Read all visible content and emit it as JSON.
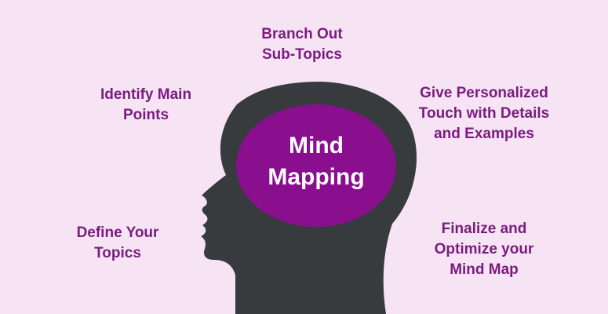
{
  "colors": {
    "background": "#f6e4f5",
    "head_silhouette": "#383b3d",
    "brain_circle": "#8a0f8f",
    "step_text": "#7a1b7e",
    "center_text": "#ffffff"
  },
  "center": {
    "line1": "Mind",
    "line2": "Mapping"
  },
  "steps": [
    {
      "line1": "Define Your",
      "line2": "Topics"
    },
    {
      "line1": "Identify Main",
      "line2": "Points"
    },
    {
      "line1": "Branch Out",
      "line2": "Sub-Topics"
    },
    {
      "line1": "Give Personalized",
      "line2": "Touch with Details",
      "line3": "and Examples"
    },
    {
      "line1": "Finalize and",
      "line2": "Optimize your",
      "line3": "Mind Map"
    }
  ]
}
